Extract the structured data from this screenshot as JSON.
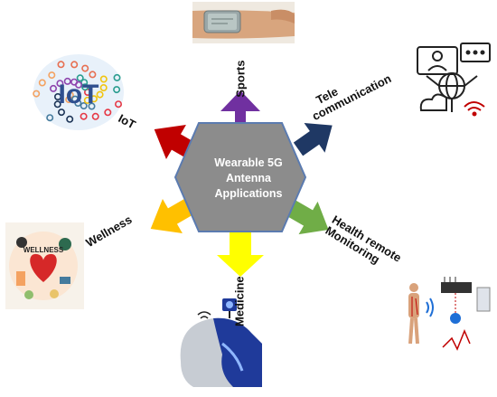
{
  "center": {
    "lines": [
      "Wearable 5G",
      "Antenna",
      "Applications"
    ]
  },
  "labels": {
    "sports": "Sports",
    "telecommunication_1": "Tele",
    "telecommunication_2": "communication",
    "health_1": "Health remote",
    "health_2": "Monitoring",
    "medicine": "Medicine",
    "wellness": "Wellness",
    "iot": "IoT"
  },
  "icon_texts": {
    "iot_word": "IoT",
    "wellness_word": "WELLNESS"
  },
  "colors": {
    "hexagon": "#8c8c8c",
    "hexagon_border": "#5b7bb0",
    "sports_arrow": "#7030a0",
    "telecom_arrow": "#1f3864",
    "health_arrow": "#70ad47",
    "medicine_arrow": "#ffff00",
    "wellness_arrow": "#ffc000",
    "iot_arrow": "#c00000"
  },
  "icons": [
    "smartwatch-wrist-image",
    "telecommunication-icon",
    "health-monitoring-image",
    "medicine-head-image",
    "wellness-collage-image",
    "iot-cloud-image"
  ]
}
